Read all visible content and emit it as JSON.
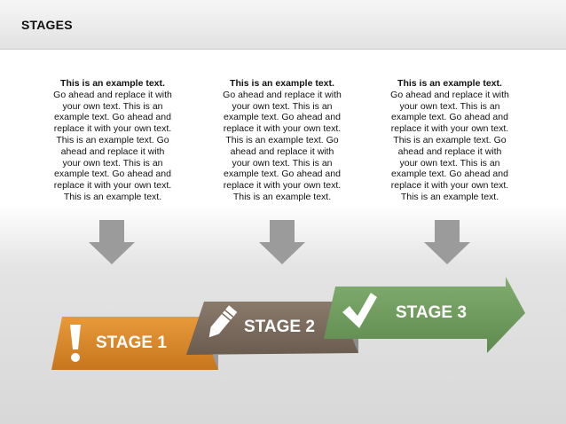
{
  "title": "STAGES",
  "columns": [
    {
      "heading": "This is an example text.",
      "body": "Go ahead and replace it with your own text. This is an example text. Go ahead and replace it with your own text. This is an example text. Go ahead and replace it with your own text. This is an example text. Go ahead and replace it with your own text. This is an example text."
    },
    {
      "heading": "This is an example text.",
      "body": "Go ahead and replace it with your own text. This is an example text. Go ahead and replace it with your own text. This is an example text. Go ahead and replace it with your own text. This is an example text. Go ahead and replace it with your own text. This is an example text."
    },
    {
      "heading": "This is an example text.",
      "body": "Go ahead and replace it with your own text. This is an example text. Go ahead and replace it with your own text. This is an example text. Go ahead and replace it with your own text. This is an example text. Go ahead and replace it with your own text. This is an example text."
    }
  ],
  "stages": [
    {
      "label": "STAGE 1",
      "color": "#d9862a",
      "icon": "exclamation-icon"
    },
    {
      "label": "STAGE 2",
      "color": "#7a6a5c",
      "icon": "pencil-icon"
    },
    {
      "label": "STAGE 3",
      "color": "#6f9a5e",
      "icon": "checkmark-icon"
    }
  ],
  "colors": {
    "arrow_down": "#9b9b9b",
    "header_bg": "#e8e8e8"
  }
}
